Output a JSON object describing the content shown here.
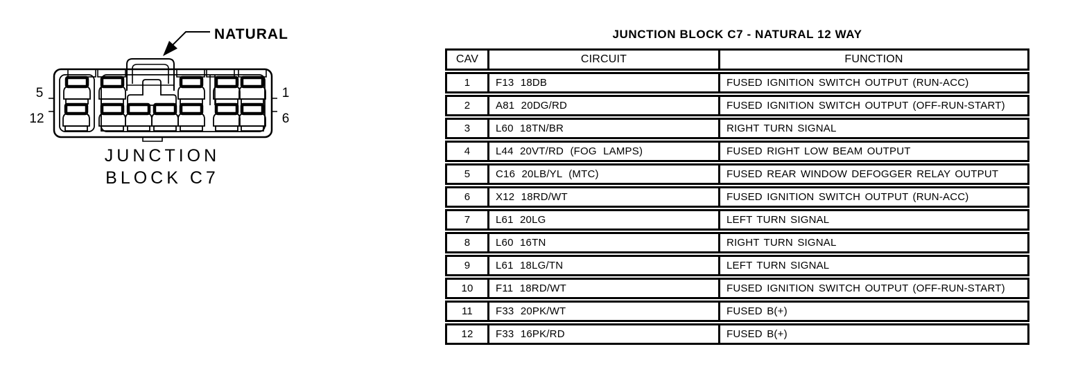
{
  "title": "JUNCTION BLOCK C7 - NATURAL 12 WAY",
  "connector": {
    "natural_label": "NATURAL",
    "caption_line1": "JUNCTION",
    "caption_line2": "BLOCK C7",
    "pin_top_left": "5",
    "pin_bottom_left": "12",
    "pin_top_right": "1",
    "pin_bottom_right": "6"
  },
  "table": {
    "headers": [
      "CAV",
      "CIRCUIT",
      "FUNCTION"
    ],
    "rows": [
      {
        "cav": "1",
        "circuit": "F13 18DB",
        "function": "FUSED IGNITION SWITCH OUTPUT (RUN-ACC)"
      },
      {
        "cav": "2",
        "circuit": "A81 20DG/RD",
        "function": "FUSED IGNITION SWITCH OUTPUT (OFF-RUN-START)"
      },
      {
        "cav": "3",
        "circuit": "L60 18TN/BR",
        "function": "RIGHT TURN SIGNAL"
      },
      {
        "cav": "4",
        "circuit": "L44 20VT/RD (FOG LAMPS)",
        "function": "FUSED RIGHT LOW BEAM OUTPUT"
      },
      {
        "cav": "5",
        "circuit": "C16 20LB/YL (MTC)",
        "function": "FUSED REAR WINDOW DEFOGGER RELAY OUTPUT"
      },
      {
        "cav": "6",
        "circuit": "X12 18RD/WT",
        "function": "FUSED IGNITION SWITCH OUTPUT (RUN-ACC)"
      },
      {
        "cav": "7",
        "circuit": "L61 20LG",
        "function": "LEFT TURN SIGNAL"
      },
      {
        "cav": "8",
        "circuit": "L60 16TN",
        "function": "RIGHT TURN SIGNAL"
      },
      {
        "cav": "9",
        "circuit": "L61 18LG/TN",
        "function": "LEFT TURN SIGNAL"
      },
      {
        "cav": "10",
        "circuit": "F11 18RD/WT",
        "function": "FUSED IGNITION SWITCH OUTPUT (OFF-RUN-START)"
      },
      {
        "cav": "11",
        "circuit": "F33 20PK/WT",
        "function": "FUSED B(+)"
      },
      {
        "cav": "12",
        "circuit": "F33 16PK/RD",
        "function": "FUSED B(+)"
      }
    ]
  },
  "colors": {
    "ink": "#000000",
    "paper": "#ffffff"
  }
}
